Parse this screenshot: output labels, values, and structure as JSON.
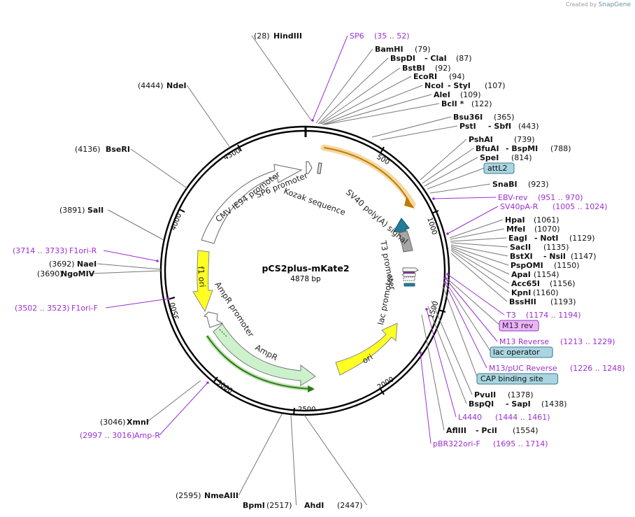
{
  "credit": {
    "created_by": "Created by",
    "brand": "SnapGene"
  },
  "plasmid": {
    "name": "pCS2plus-mKate2",
    "length": "4878 bp"
  },
  "colors": {
    "enzyme": "#111111",
    "primer": "#9b30d0",
    "line": "#777777",
    "box_fill": "#a9d4e0",
    "box_stroke": "#3d7d92",
    "m13_fill": "#e6b8f0"
  },
  "ticks": [
    "500",
    "1000",
    "1500",
    "2000",
    "2500",
    "3000",
    "3500",
    "4000",
    "4500"
  ],
  "features": [
    {
      "name": "SP6 promoter"
    },
    {
      "name": "CMV IE94 promoter"
    },
    {
      "name": "Kozak sequence"
    },
    {
      "name": "SV40 poly(A) signal"
    },
    {
      "name": "T3 promoter"
    },
    {
      "name": "lac promoter"
    },
    {
      "name": "f1 ori"
    },
    {
      "name": "AmpR promoter"
    },
    {
      "name": "AmpR"
    },
    {
      "name": "ori"
    }
  ],
  "labels": [
    {
      "kind": "enzyme",
      "parts": [
        "(28)",
        "HindIII"
      ]
    },
    {
      "kind": "primer",
      "parts": [
        "SP6",
        "(35 .. 52)"
      ]
    },
    {
      "kind": "enzyme",
      "parts": [
        "BamHI",
        "(79)"
      ]
    },
    {
      "kind": "enzyme",
      "parts": [
        "BspDI",
        "- ClaI",
        "(87)"
      ]
    },
    {
      "kind": "enzyme",
      "parts": [
        "BstBI",
        "(92)"
      ]
    },
    {
      "kind": "enzyme",
      "parts": [
        "EcoRI",
        "(94)"
      ]
    },
    {
      "kind": "enzyme",
      "parts": [
        "NcoI",
        "- StyI",
        "(107)"
      ]
    },
    {
      "kind": "enzyme",
      "parts": [
        "AleI",
        "(109)"
      ]
    },
    {
      "kind": "enzyme",
      "parts": [
        "BclI *",
        "(122)"
      ]
    },
    {
      "kind": "enzyme",
      "parts": [
        "Bsu36I",
        "(365)"
      ]
    },
    {
      "kind": "enzyme",
      "parts": [
        "PstI",
        "- SbfI",
        "(443)"
      ]
    },
    {
      "kind": "enzyme",
      "parts": [
        "PshAI",
        "(739)"
      ]
    },
    {
      "kind": "enzyme",
      "parts": [
        "BfuAI",
        "- BspMI",
        "(788)"
      ]
    },
    {
      "kind": "enzyme",
      "parts": [
        "SpeI",
        "(814)"
      ]
    },
    {
      "kind": "box",
      "parts": [
        "attL2"
      ]
    },
    {
      "kind": "enzyme",
      "parts": [
        "SnaBI",
        "(923)"
      ]
    },
    {
      "kind": "primer",
      "parts": [
        "EBV-rev",
        "(951 .. 970)"
      ]
    },
    {
      "kind": "primer",
      "parts": [
        "SV40pA-R",
        "(1005 .. 1024)"
      ]
    },
    {
      "kind": "enzyme",
      "parts": [
        "HpaI",
        "(1061)"
      ]
    },
    {
      "kind": "enzyme",
      "parts": [
        "MfeI",
        "(1070)"
      ]
    },
    {
      "kind": "enzyme",
      "parts": [
        "EagI",
        "- NotI",
        "(1129)"
      ]
    },
    {
      "kind": "enzyme",
      "parts": [
        "SacII",
        "(1135)"
      ]
    },
    {
      "kind": "enzyme",
      "parts": [
        "BstXI",
        "- NsiI",
        "(1147)"
      ]
    },
    {
      "kind": "enzyme",
      "parts": [
        "PspOMI",
        "(1150)"
      ]
    },
    {
      "kind": "enzyme",
      "parts": [
        "ApaI",
        "(1154)"
      ]
    },
    {
      "kind": "enzyme",
      "parts": [
        "Acc65I",
        "(1156)"
      ]
    },
    {
      "kind": "enzyme",
      "parts": [
        "KpnI",
        "(1160)"
      ]
    },
    {
      "kind": "enzyme",
      "parts": [
        "BssHII",
        "(1193)"
      ]
    },
    {
      "kind": "primer",
      "parts": [
        "T3",
        "(1174 .. 1194)"
      ]
    },
    {
      "kind": "box-m13",
      "parts": [
        "M13 rev"
      ]
    },
    {
      "kind": "primer",
      "parts": [
        "M13 Reverse",
        "(1213 .. 1229)"
      ]
    },
    {
      "kind": "box",
      "parts": [
        "lac operator"
      ]
    },
    {
      "kind": "primer",
      "parts": [
        "M13/pUC Reverse",
        "(1226 .. 1248)"
      ]
    },
    {
      "kind": "box",
      "parts": [
        "CAP binding site"
      ]
    },
    {
      "kind": "enzyme",
      "parts": [
        "PvuII",
        "(1378)"
      ]
    },
    {
      "kind": "enzyme",
      "parts": [
        "BspQI",
        "- SapI",
        "(1438)"
      ]
    },
    {
      "kind": "primer",
      "parts": [
        "L4440",
        "(1444 .. 1461)"
      ]
    },
    {
      "kind": "enzyme",
      "parts": [
        "AflIII",
        "- PciI",
        "(1554)"
      ]
    },
    {
      "kind": "primer",
      "parts": [
        "pBR322ori-F",
        "(1695 .. 1714)"
      ]
    },
    {
      "kind": "enzyme",
      "parts": [
        "AhdI",
        "(2447)"
      ]
    },
    {
      "kind": "enzyme",
      "parts": [
        "BpmI",
        "(2517)"
      ]
    },
    {
      "kind": "enzyme",
      "parts": [
        "(2595)",
        "NmeAIII"
      ]
    },
    {
      "kind": "primer",
      "parts": [
        "(2997 .. 3016)",
        "Amp-R"
      ]
    },
    {
      "kind": "enzyme",
      "parts": [
        "(3046)",
        "XmnI"
      ]
    },
    {
      "kind": "primer",
      "parts": [
        "(3502 .. 3523)",
        "F1ori-F"
      ]
    },
    {
      "kind": "enzyme",
      "parts": [
        "(3690)",
        "NgoMIV"
      ]
    },
    {
      "kind": "enzyme",
      "parts": [
        "(3692)",
        "NaeI"
      ]
    },
    {
      "kind": "primer",
      "parts": [
        "(3714 .. 3733)",
        "F1ori-R"
      ]
    },
    {
      "kind": "enzyme",
      "parts": [
        "(3891)",
        "SalI"
      ]
    },
    {
      "kind": "enzyme",
      "parts": [
        "(4136)",
        "BseRI"
      ]
    },
    {
      "kind": "enzyme",
      "parts": [
        "(4444)",
        "NdeI"
      ]
    }
  ]
}
